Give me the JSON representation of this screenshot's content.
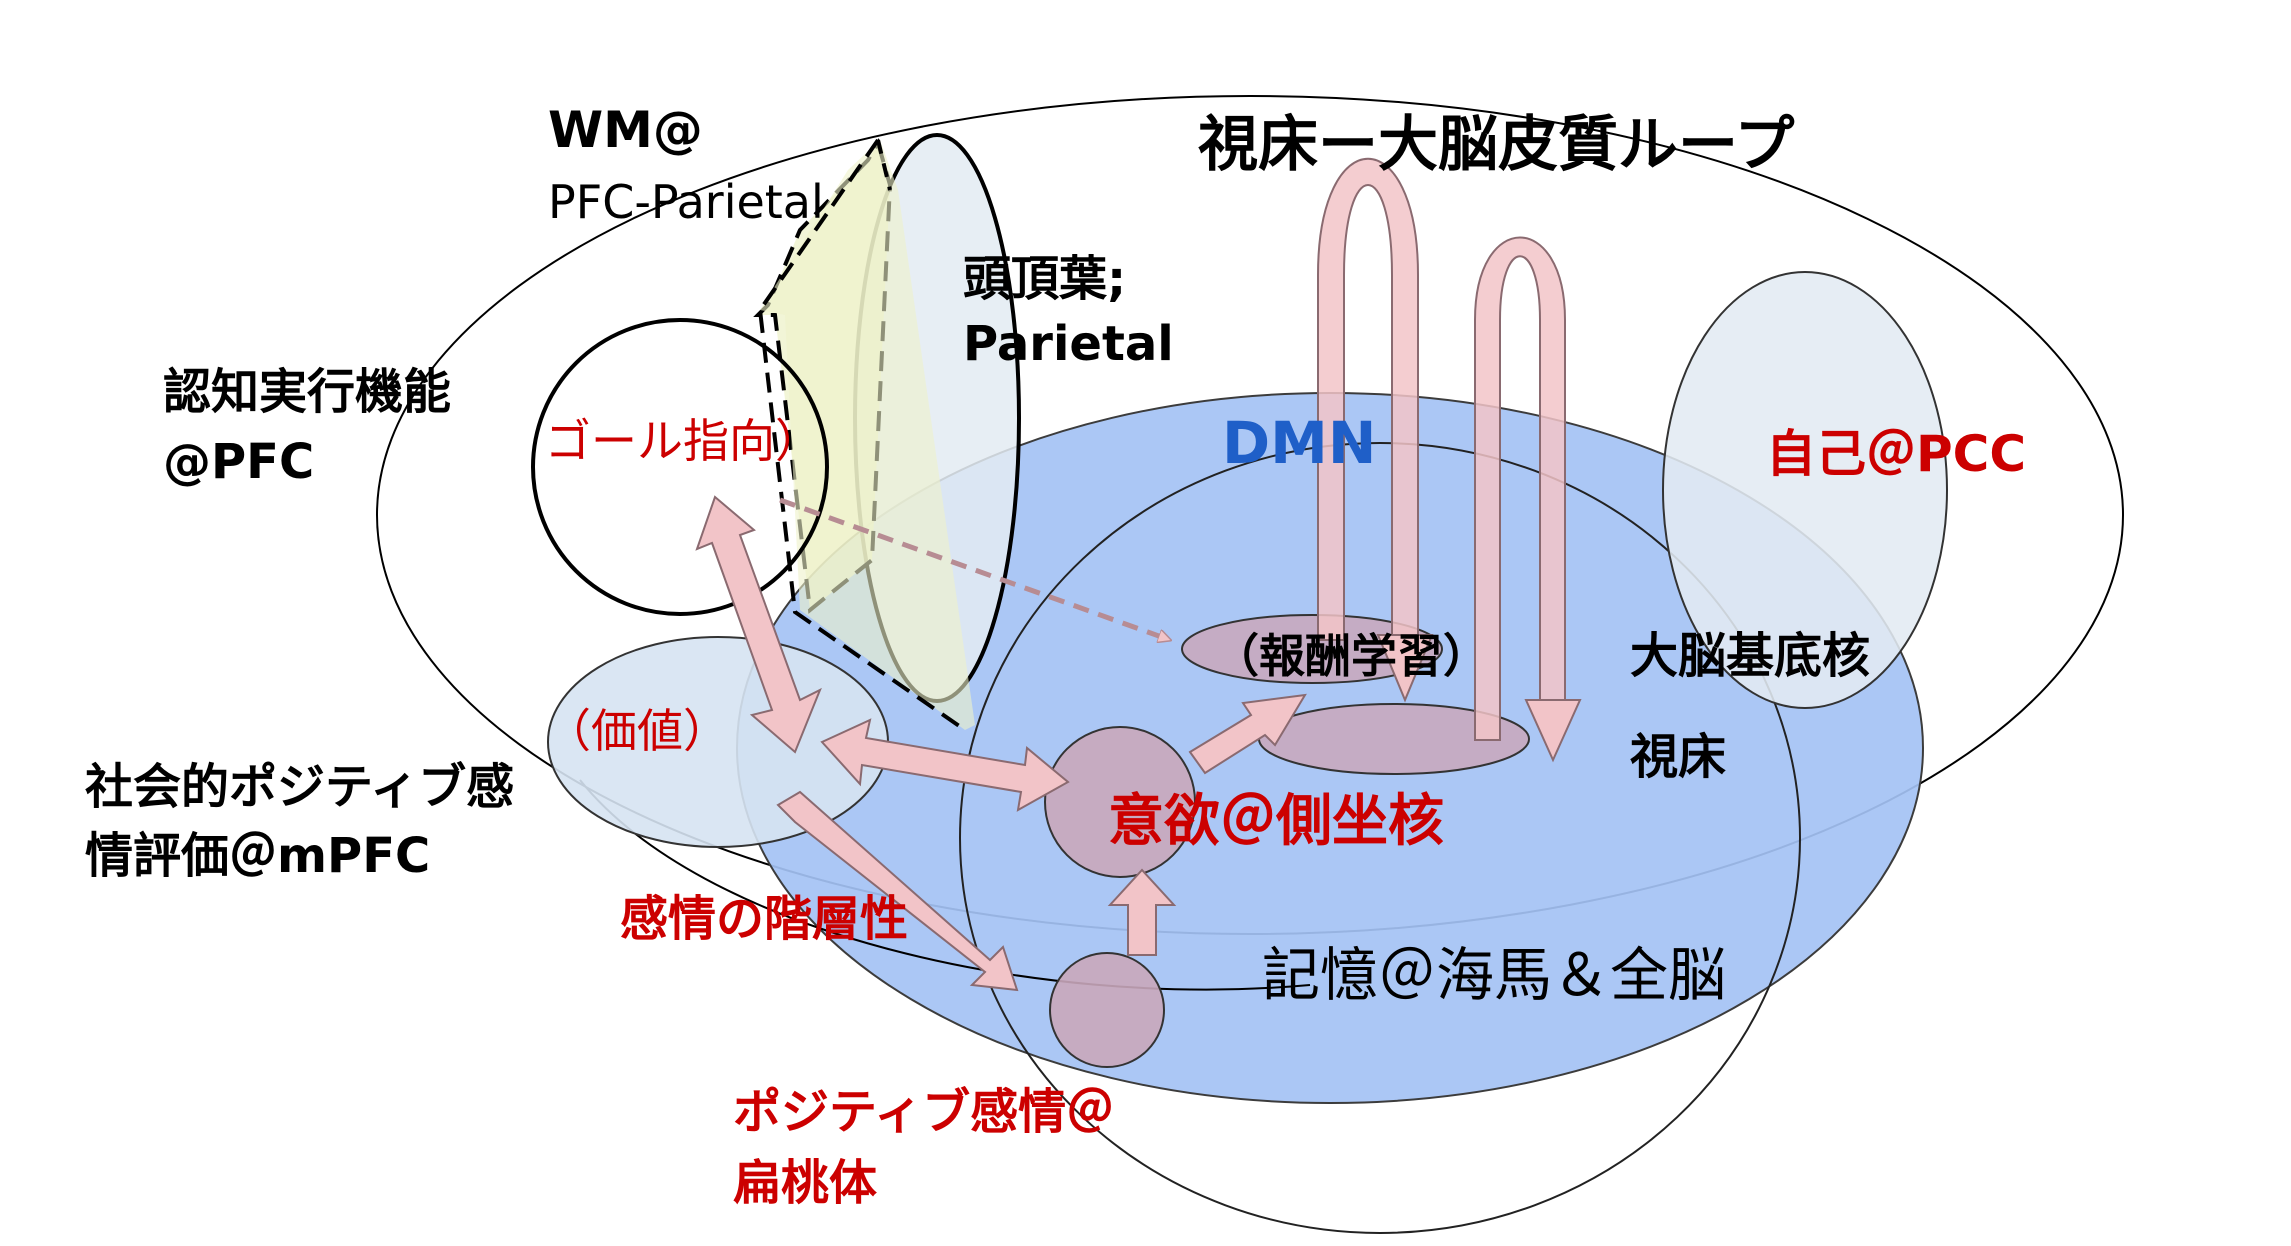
{
  "labels": {
    "wm_line1": "WM@",
    "wm_line2": "PFC-Parietal",
    "loop_title": "視床ー大脳皮質ループ",
    "parietal_line1": "頭頂葉;",
    "parietal_line2": "Parietal",
    "cognitive_line1": "認知実行機能",
    "cognitive_line2": "@PFC",
    "goal": "ゴール指向）",
    "dmn": "DMN",
    "self": "自己＠PCC",
    "reward": "（報酬学習）",
    "basal_ganglia": "大脳基底核",
    "thalamus": "視床",
    "value": "（価値）",
    "social_line1": "社会的ポジティブ感",
    "social_line2": "情評価＠mPFC",
    "motivation": "意欲＠側坐核",
    "emotion_hierarchy": "感情の階層性",
    "memory": "記憶＠海馬＆全脳",
    "positive_line1": "ポジティブ感情＠",
    "positive_line2": "扁桃体"
  },
  "colors": {
    "red": "#cc0000",
    "black": "#000000",
    "blue_text": "#1f5fc8",
    "dmn_fill": "#a4c2f4",
    "arrow_fill": "#f2c4c8",
    "arrow_stroke": "#b78c93",
    "parietal_fill": "#e3ebf2",
    "wm_fill": "#eef2c9",
    "value_fill": "#d6e3f2",
    "node_fill": "#c9a7bb"
  }
}
